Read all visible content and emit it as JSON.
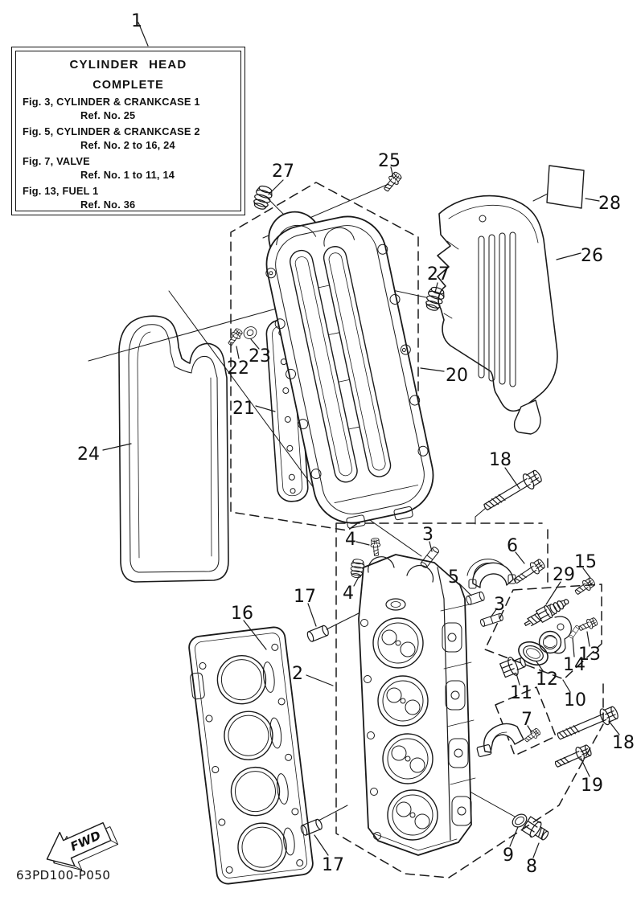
{
  "colors": {
    "ink": "#1a1a1a",
    "background": "#ffffff"
  },
  "info_box": {
    "title_line1": "CYLINDER HEAD",
    "title_line2": "COMPLETE",
    "entries": [
      {
        "fig": "Fig. 3, CYLINDER & CRANKCASE 1",
        "ref": "Ref. No. 25"
      },
      {
        "fig": "Fig. 5, CYLINDER & CRANKCASE 2",
        "ref": "Ref. No. 2 to 16, 24"
      },
      {
        "fig": "Fig. 7, VALVE",
        "ref": "Ref. No. 1 to 11, 14"
      },
      {
        "fig": "Fig. 13, FUEL 1",
        "ref": "Ref. No. 36"
      }
    ]
  },
  "callouts": [
    {
      "label": "1"
    },
    {
      "label": "27"
    },
    {
      "label": "25"
    },
    {
      "label": "28"
    },
    {
      "label": "26"
    },
    {
      "label": "27"
    },
    {
      "label": "22"
    },
    {
      "label": "23"
    },
    {
      "label": "20"
    },
    {
      "label": "21"
    },
    {
      "label": "24"
    },
    {
      "label": "18"
    },
    {
      "label": "4"
    },
    {
      "label": "3"
    },
    {
      "label": "6"
    },
    {
      "label": "15"
    },
    {
      "label": "29"
    },
    {
      "label": "5"
    },
    {
      "label": "17"
    },
    {
      "label": "4"
    },
    {
      "label": "16"
    },
    {
      "label": "3"
    },
    {
      "label": "13"
    },
    {
      "label": "14"
    },
    {
      "label": "12"
    },
    {
      "label": "2"
    },
    {
      "label": "11"
    },
    {
      "label": "10"
    },
    {
      "label": "7"
    },
    {
      "label": "18"
    },
    {
      "label": "19"
    },
    {
      "label": "9"
    },
    {
      "label": "8"
    },
    {
      "label": "17"
    }
  ],
  "footer": {
    "drawing_code": "63PD100-P050",
    "fwd_label": "FWD"
  }
}
